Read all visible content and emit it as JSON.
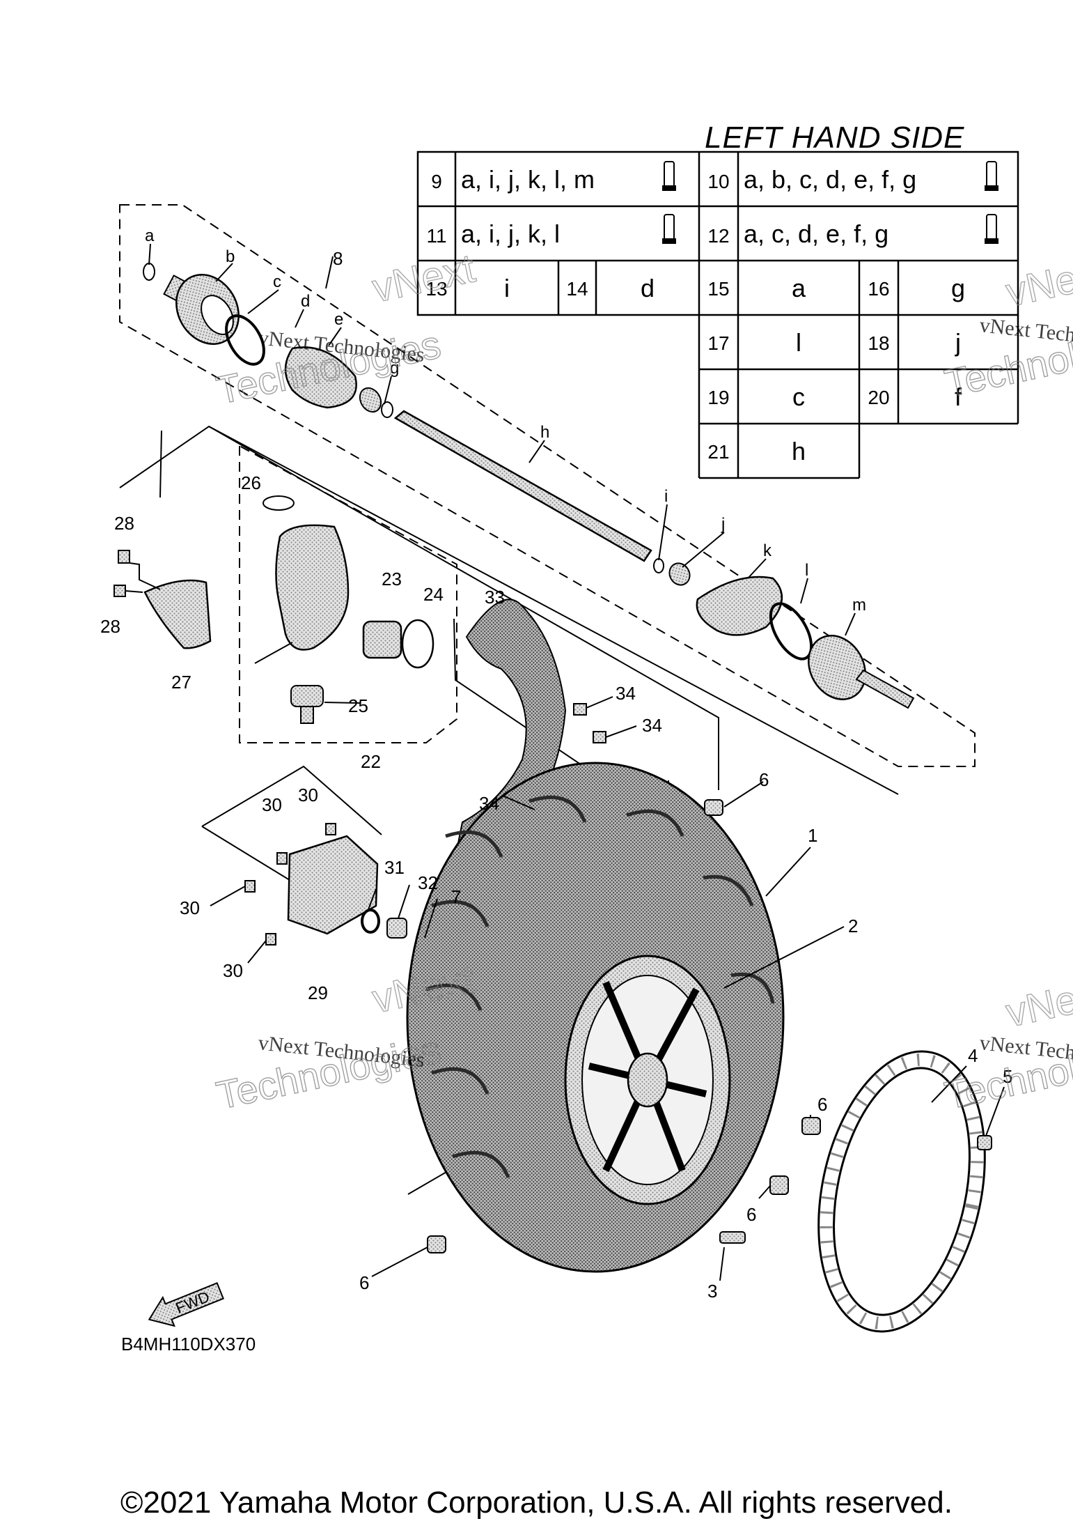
{
  "table": {
    "title": "LEFT HAND SIDE",
    "rows": [
      [
        {
          "n": "9",
          "v": "a, i, j, k, l, m",
          "tube": true
        },
        {
          "n": "10",
          "v": "a, b, c, d, e, f, g",
          "tube": true
        }
      ],
      [
        {
          "n": "11",
          "v": "a, i, j, k, l",
          "tube": true
        },
        {
          "n": "12",
          "v": "a, c, d, e, f, g",
          "tube": true
        }
      ],
      [
        {
          "n": "13",
          "v": "i"
        },
        {
          "n": "14",
          "v": "d"
        },
        {
          "n": "15",
          "v": "a"
        },
        {
          "n": "16",
          "v": "g"
        }
      ],
      [
        {
          "n": "17",
          "v": "l"
        },
        {
          "n": "18",
          "v": "j"
        }
      ],
      [
        {
          "n": "19",
          "v": "c"
        },
        {
          "n": "20",
          "v": "f"
        }
      ],
      [
        {
          "n": "21",
          "v": "h"
        }
      ]
    ]
  },
  "callouts": {
    "n1": "1",
    "n2": "2",
    "n3": "3",
    "n4": "4",
    "n5": "5",
    "n6a": "6",
    "n6b": "6",
    "n6c": "6",
    "n6d": "6",
    "n7": "7",
    "n8": "8",
    "n22": "22",
    "n23": "23",
    "n24": "24",
    "n25": "25",
    "n26": "26",
    "n27": "27",
    "n28a": "28",
    "n28b": "28",
    "n29": "29",
    "n30a": "30",
    "n30b": "30",
    "n30c": "30",
    "n30d": "30",
    "n31": "31",
    "n32": "32",
    "n33": "33",
    "n34a": "34",
    "n34b": "34",
    "n34c": "34",
    "la": "a",
    "lb": "b",
    "lc": "c",
    "ld": "d",
    "le": "e",
    "lg": "g",
    "lh": "h",
    "li": "i",
    "lj": "j",
    "lk": "k",
    "ll": "l",
    "lm": "m"
  },
  "watermark": {
    "line1": "vNext Technologies",
    "line2": "Technologies",
    "ghost": "vNext"
  },
  "diagram_code": "B4MH110DX370",
  "fwd_label": "FWD",
  "copyright": "©2021 Yamaha Motor Corporation, U.S.A. All rights reserved.",
  "colors": {
    "ink": "#000000",
    "paper": "#ffffff",
    "watermark": "#888888"
  }
}
